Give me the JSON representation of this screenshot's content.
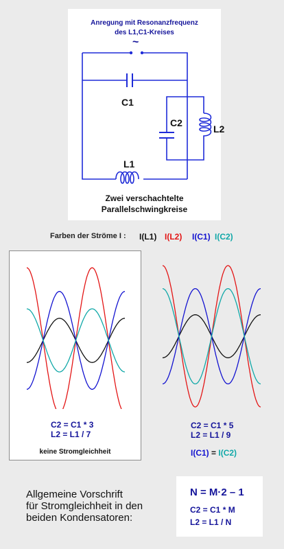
{
  "circuit": {
    "title_line1": "Anregung mit Resonanzfrequenz",
    "title_line2": "des L1,C1-Kreises",
    "source_symbol": "~",
    "labels": {
      "c1": "C1",
      "c2": "C2",
      "l1": "L1",
      "l2": "L2"
    },
    "caption_line1": "Zwei verschachtelte",
    "caption_line2": "Parallelschwingkreise"
  },
  "legend": {
    "prefix": "Farben der Ströme I :",
    "items": [
      {
        "label": "I(L1)",
        "color": "#111111"
      },
      {
        "label": "I(L2)",
        "color": "#e31414"
      },
      {
        "label": "I(C1)",
        "color": "#1212d0"
      },
      {
        "label": "I(C2)",
        "color": "#10a8a8"
      }
    ]
  },
  "panel_left": {
    "formula_line1": "C2 = C1 * 3",
    "formula_line2": "L2 = L1 / 7",
    "note": "keine Stromgleichheit",
    "waves": {
      "l1": {
        "cycles": 1.5,
        "amplitude": 0.28
      },
      "l2": {
        "cycles": 1.5,
        "amplitude": 0.92
      },
      "c1": {
        "cycles": 1.5,
        "amplitude": 0.62
      },
      "c2": {
        "cycles": 1.5,
        "amplitude": 0.4
      }
    }
  },
  "panel_right": {
    "formula_line1": "C2 = C1 * 5",
    "formula_line2": "L2 = L1 / 9",
    "equality_left": "I(C1)",
    "equality_sign": " = ",
    "equality_right": "I(C2)",
    "waves": {
      "l1": {
        "cycles": 1.5,
        "amplitude": 0.28
      },
      "l2": {
        "cycles": 1.5,
        "amplitude": 0.92
      },
      "c1": {
        "cycles": 1.5,
        "amplitude": 0.62
      },
      "c2": {
        "cycles": 1.5,
        "amplitude": 0.62
      }
    }
  },
  "rule": {
    "text_line1": "Allgemeine Vorschrift",
    "text_line2": "für Stromgleichheit in den",
    "text_line3": "beiden Kondensatoren:",
    "formula_n": "N = M·2 – 1",
    "formula_c": "C2 = C1 * M",
    "formula_l": "L2 = L1 / N"
  },
  "colors": {
    "l1": "#111111",
    "l2": "#e31414",
    "c1": "#1212d0",
    "c2": "#10a8a8",
    "wire": "#1e2bd8"
  }
}
